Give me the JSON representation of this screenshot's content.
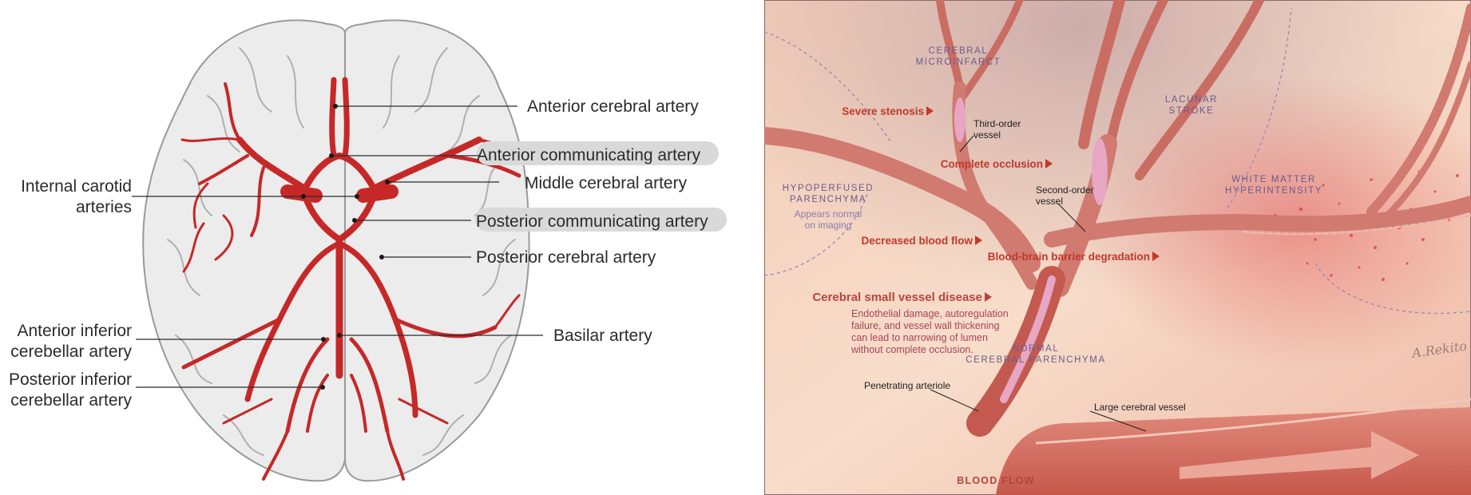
{
  "left_diagram": {
    "labels": {
      "anterior_cerebral": "Anterior cerebral artery",
      "anterior_communicating": "Anterior communicating  artery",
      "middle_cerebral": "Middle cerebral artery",
      "internal_carotid_line1": "Internal carotid",
      "internal_carotid_line2": "arteries",
      "posterior_communicating": "Posterior communicating  artery",
      "posterior_cerebral": "Posterior cerebral artery",
      "aica_line1": "Anterior  inferior",
      "aica_line2": "cerebellar artery",
      "basilar": "Basilar artery",
      "pica_line1": "Posterior inferior",
      "pica_line2": "cerebellar artery"
    },
    "colors": {
      "artery": "#c62828",
      "brain": "#ececec",
      "brain_outline": "#9a9a9a",
      "highlight": "#d9d9d9"
    }
  },
  "right_diagram": {
    "region_labels": {
      "microinfarct_1": "CEREBRAL",
      "microinfarct_2": "MICROINFARCT",
      "lacunar_1": "LACUNAR",
      "lacunar_2": "STROKE",
      "hypoperfused_1": "HYPOPERFUSED",
      "hypoperfused_2": "PARENCHYMA",
      "hypoperfused_note_1": "Appears normal",
      "hypoperfused_note_2": "on imaging",
      "wm_1": "WHITE MATTER",
      "wm_2": "HYPERINTENSITY",
      "normal_1": "NORMAL",
      "normal_2": "CEREBRAL PARENCHYMA"
    },
    "callouts": {
      "severe_stenosis": "Severe stenosis",
      "complete_occlusion": "Complete occlusion",
      "decreased_flow": "Decreased blood flow",
      "bbb": "Blood-brain barrier degradation",
      "csvd_title": "Cerebral small vessel disease",
      "csvd_body_1": "Endothelial damage, autoregulation",
      "csvd_body_2": "failure, and vessel wall thickening",
      "csvd_body_3": "can lead to narrowing of lumen",
      "csvd_body_4": "without complete occlusion."
    },
    "vessel_labels": {
      "third_order_1": "Third-order",
      "third_order_2": "vessel",
      "second_order_1": "Second-order",
      "second_order_2": "vessel",
      "penetrating": "Penetrating arteriole",
      "large": "Large cerebral vessel"
    },
    "blood_flow": "BLOOD FLOW",
    "signature": "A.Rekito",
    "colors": {
      "vessel": "#d9726a",
      "vessel_dark": "#b4463f",
      "background": "#f6d9c6",
      "stenosis": "#e7a6c4",
      "accent_red": "#c0392b",
      "label_purple": "#6b5a8e"
    }
  }
}
